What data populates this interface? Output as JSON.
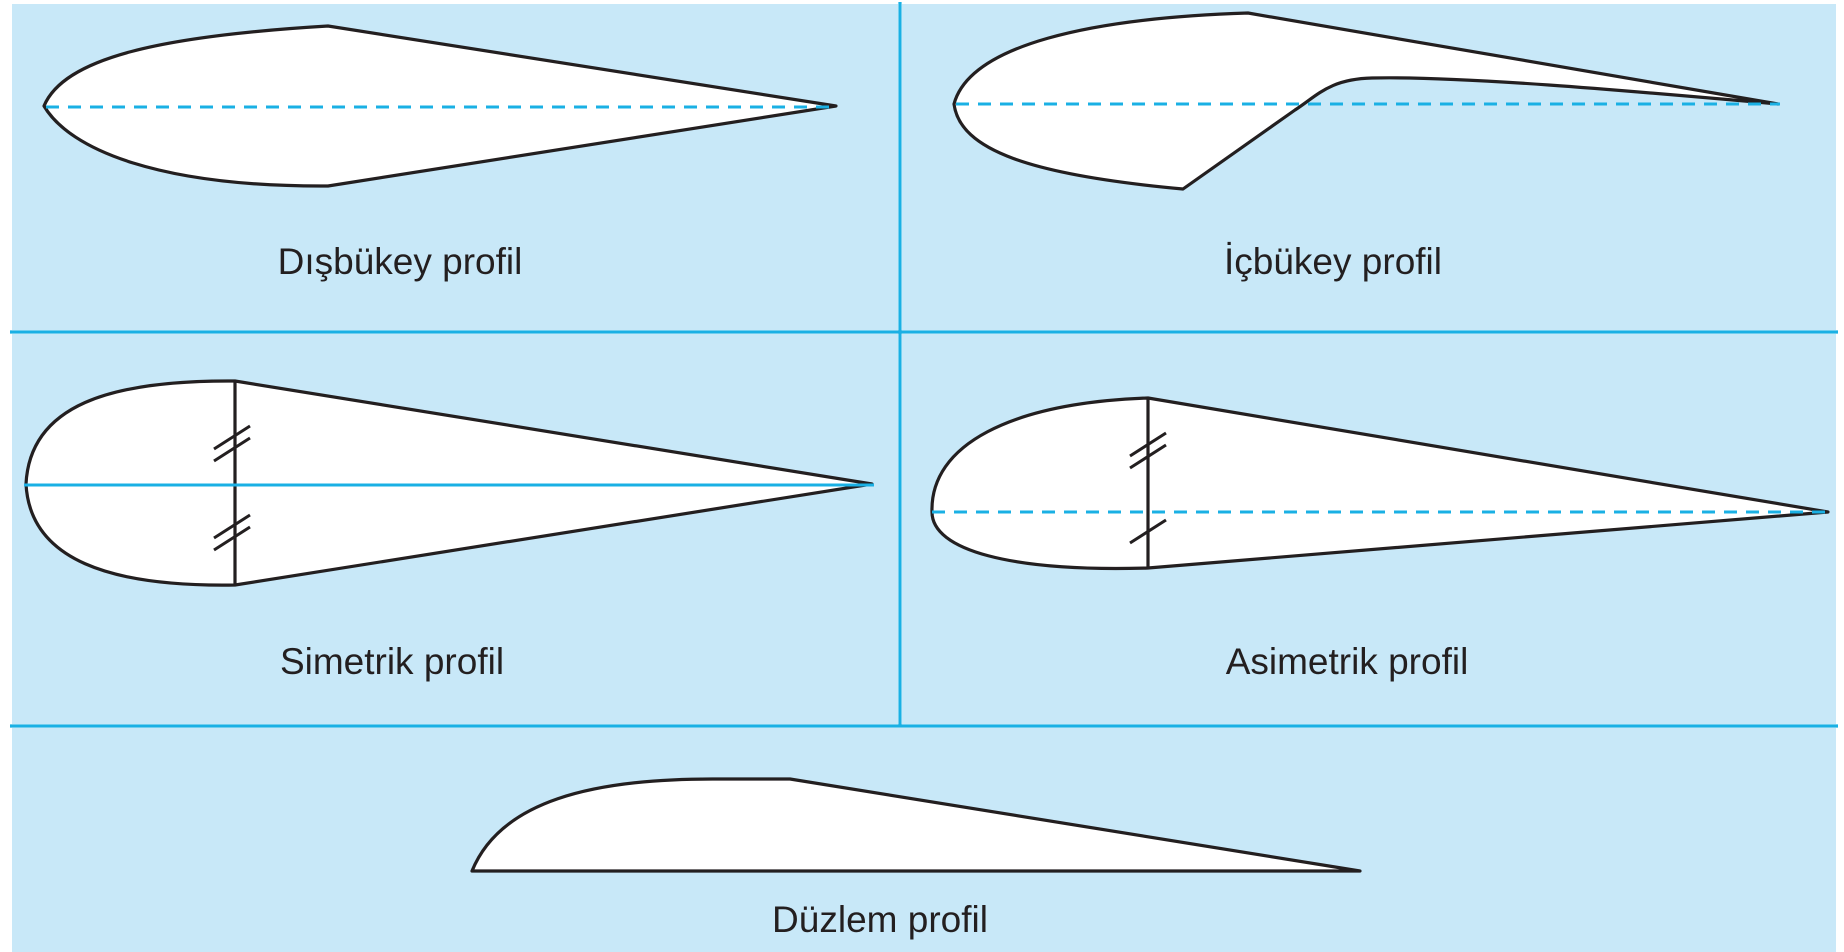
{
  "panels": {
    "convex": {
      "caption": "Dışbükey profil"
    },
    "concave": {
      "caption": "İçbükey profil"
    },
    "symmetric": {
      "caption": "Simetrik profil"
    },
    "asymmetric": {
      "caption": "Asimetrik profil"
    },
    "flat": {
      "caption": "Düzlem profil"
    }
  },
  "colors": {
    "panel_background": "#c8e8f8",
    "divider": "#1ab0e4",
    "chord_line": "#1ab0e4",
    "profile_fill": "#ffffff",
    "outline": "#231f20"
  }
}
